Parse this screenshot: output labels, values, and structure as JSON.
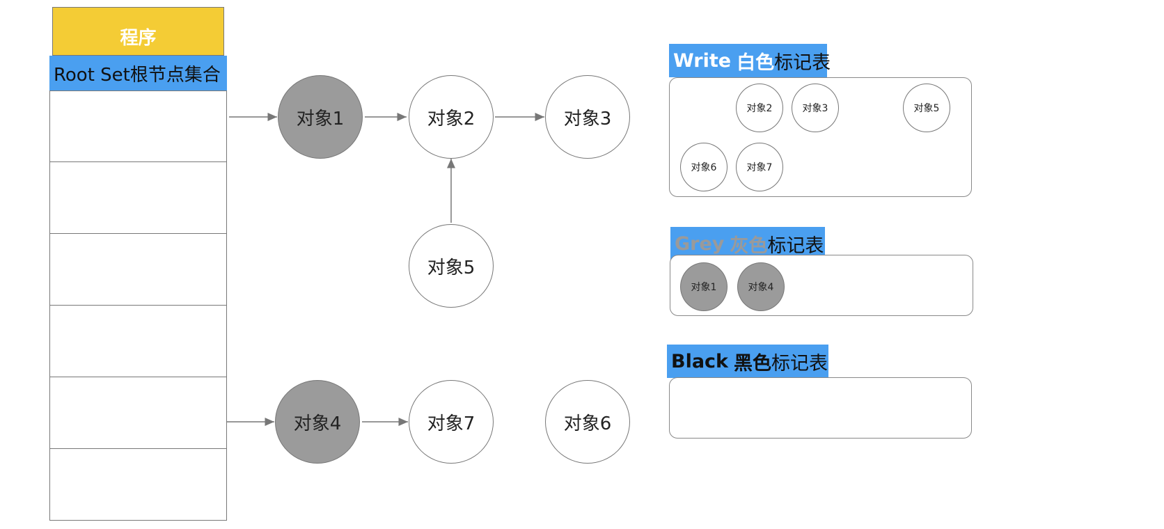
{
  "program": {
    "label": "程序"
  },
  "root_set": {
    "label": "Root Set根节点集合",
    "cell_count": 6
  },
  "nodes": {
    "obj1": "对象1",
    "obj2": "对象2",
    "obj3": "对象3",
    "obj4": "对象4",
    "obj5": "对象5",
    "obj6": "对象6",
    "obj7": "对象7"
  },
  "tables": {
    "white": {
      "title_en": "Write",
      "title_color": "白色",
      "title_rest": "标记表",
      "items": [
        "对象2",
        "对象3",
        "对象5",
        "对象6",
        "对象7"
      ]
    },
    "grey": {
      "title_en": "Grey",
      "title_color": "灰色",
      "title_rest": "标记表",
      "items": [
        "对象1",
        "对象4"
      ]
    },
    "black": {
      "title_en": "Black",
      "title_color": "黑色",
      "title_rest": "标记表",
      "items": []
    }
  },
  "colors": {
    "program_yellow": "#f4cc35",
    "label_blue": "#4a9ff0",
    "grey_node": "#9b9b9b",
    "white_title_text": "#ffffff",
    "grey_title_text": "#9a9a9a",
    "black_title_text": "#111111"
  }
}
